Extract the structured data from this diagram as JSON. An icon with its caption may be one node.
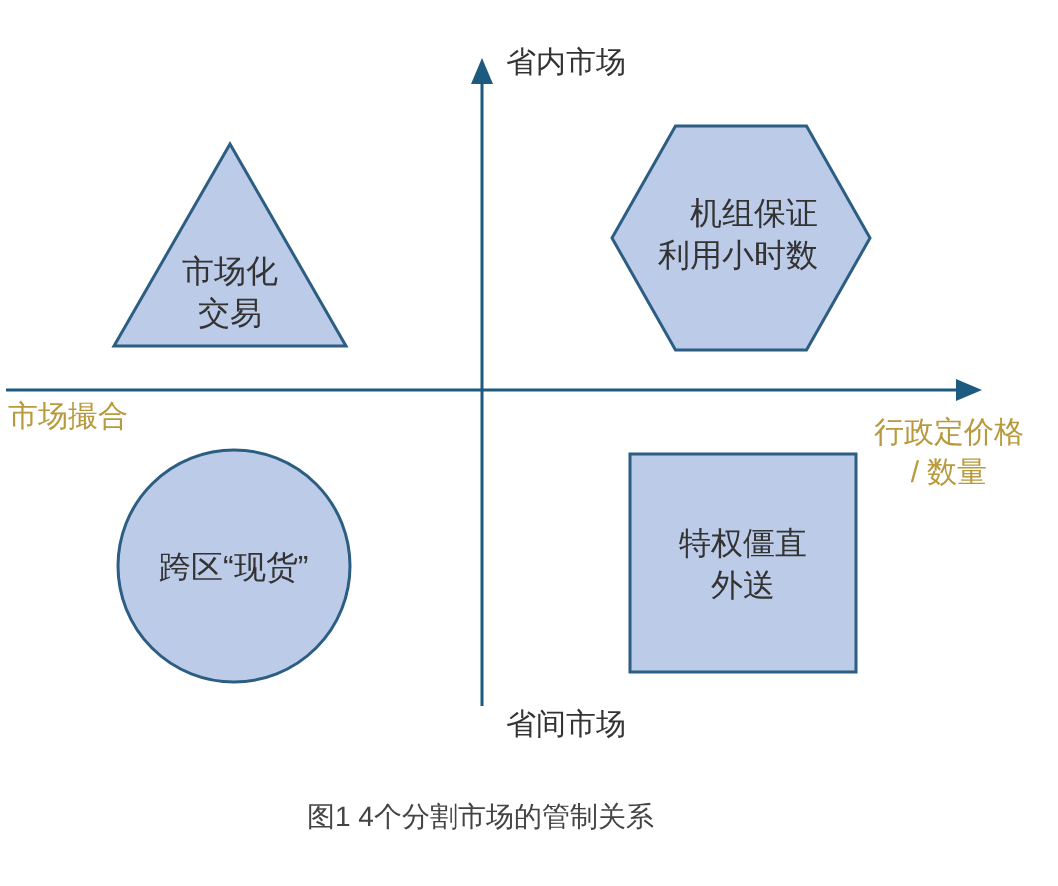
{
  "diagram": {
    "caption": "图1 4个分割市场的管制关系",
    "nodes": [
      {
        "text": [
          "市场化交易"
        ]
      },
      {
        "text": [
          "机组保证利用小时数"
        ]
      },
      {
        "text": [
          "跨区“现货”"
        ]
      },
      {
        "text": [
          "特权僵直外送"
        ]
      }
    ],
    "labels": [
      "省内市场",
      "市场撮合",
      "行政定价格 / 数量",
      "省间市场"
    ]
  }
}
